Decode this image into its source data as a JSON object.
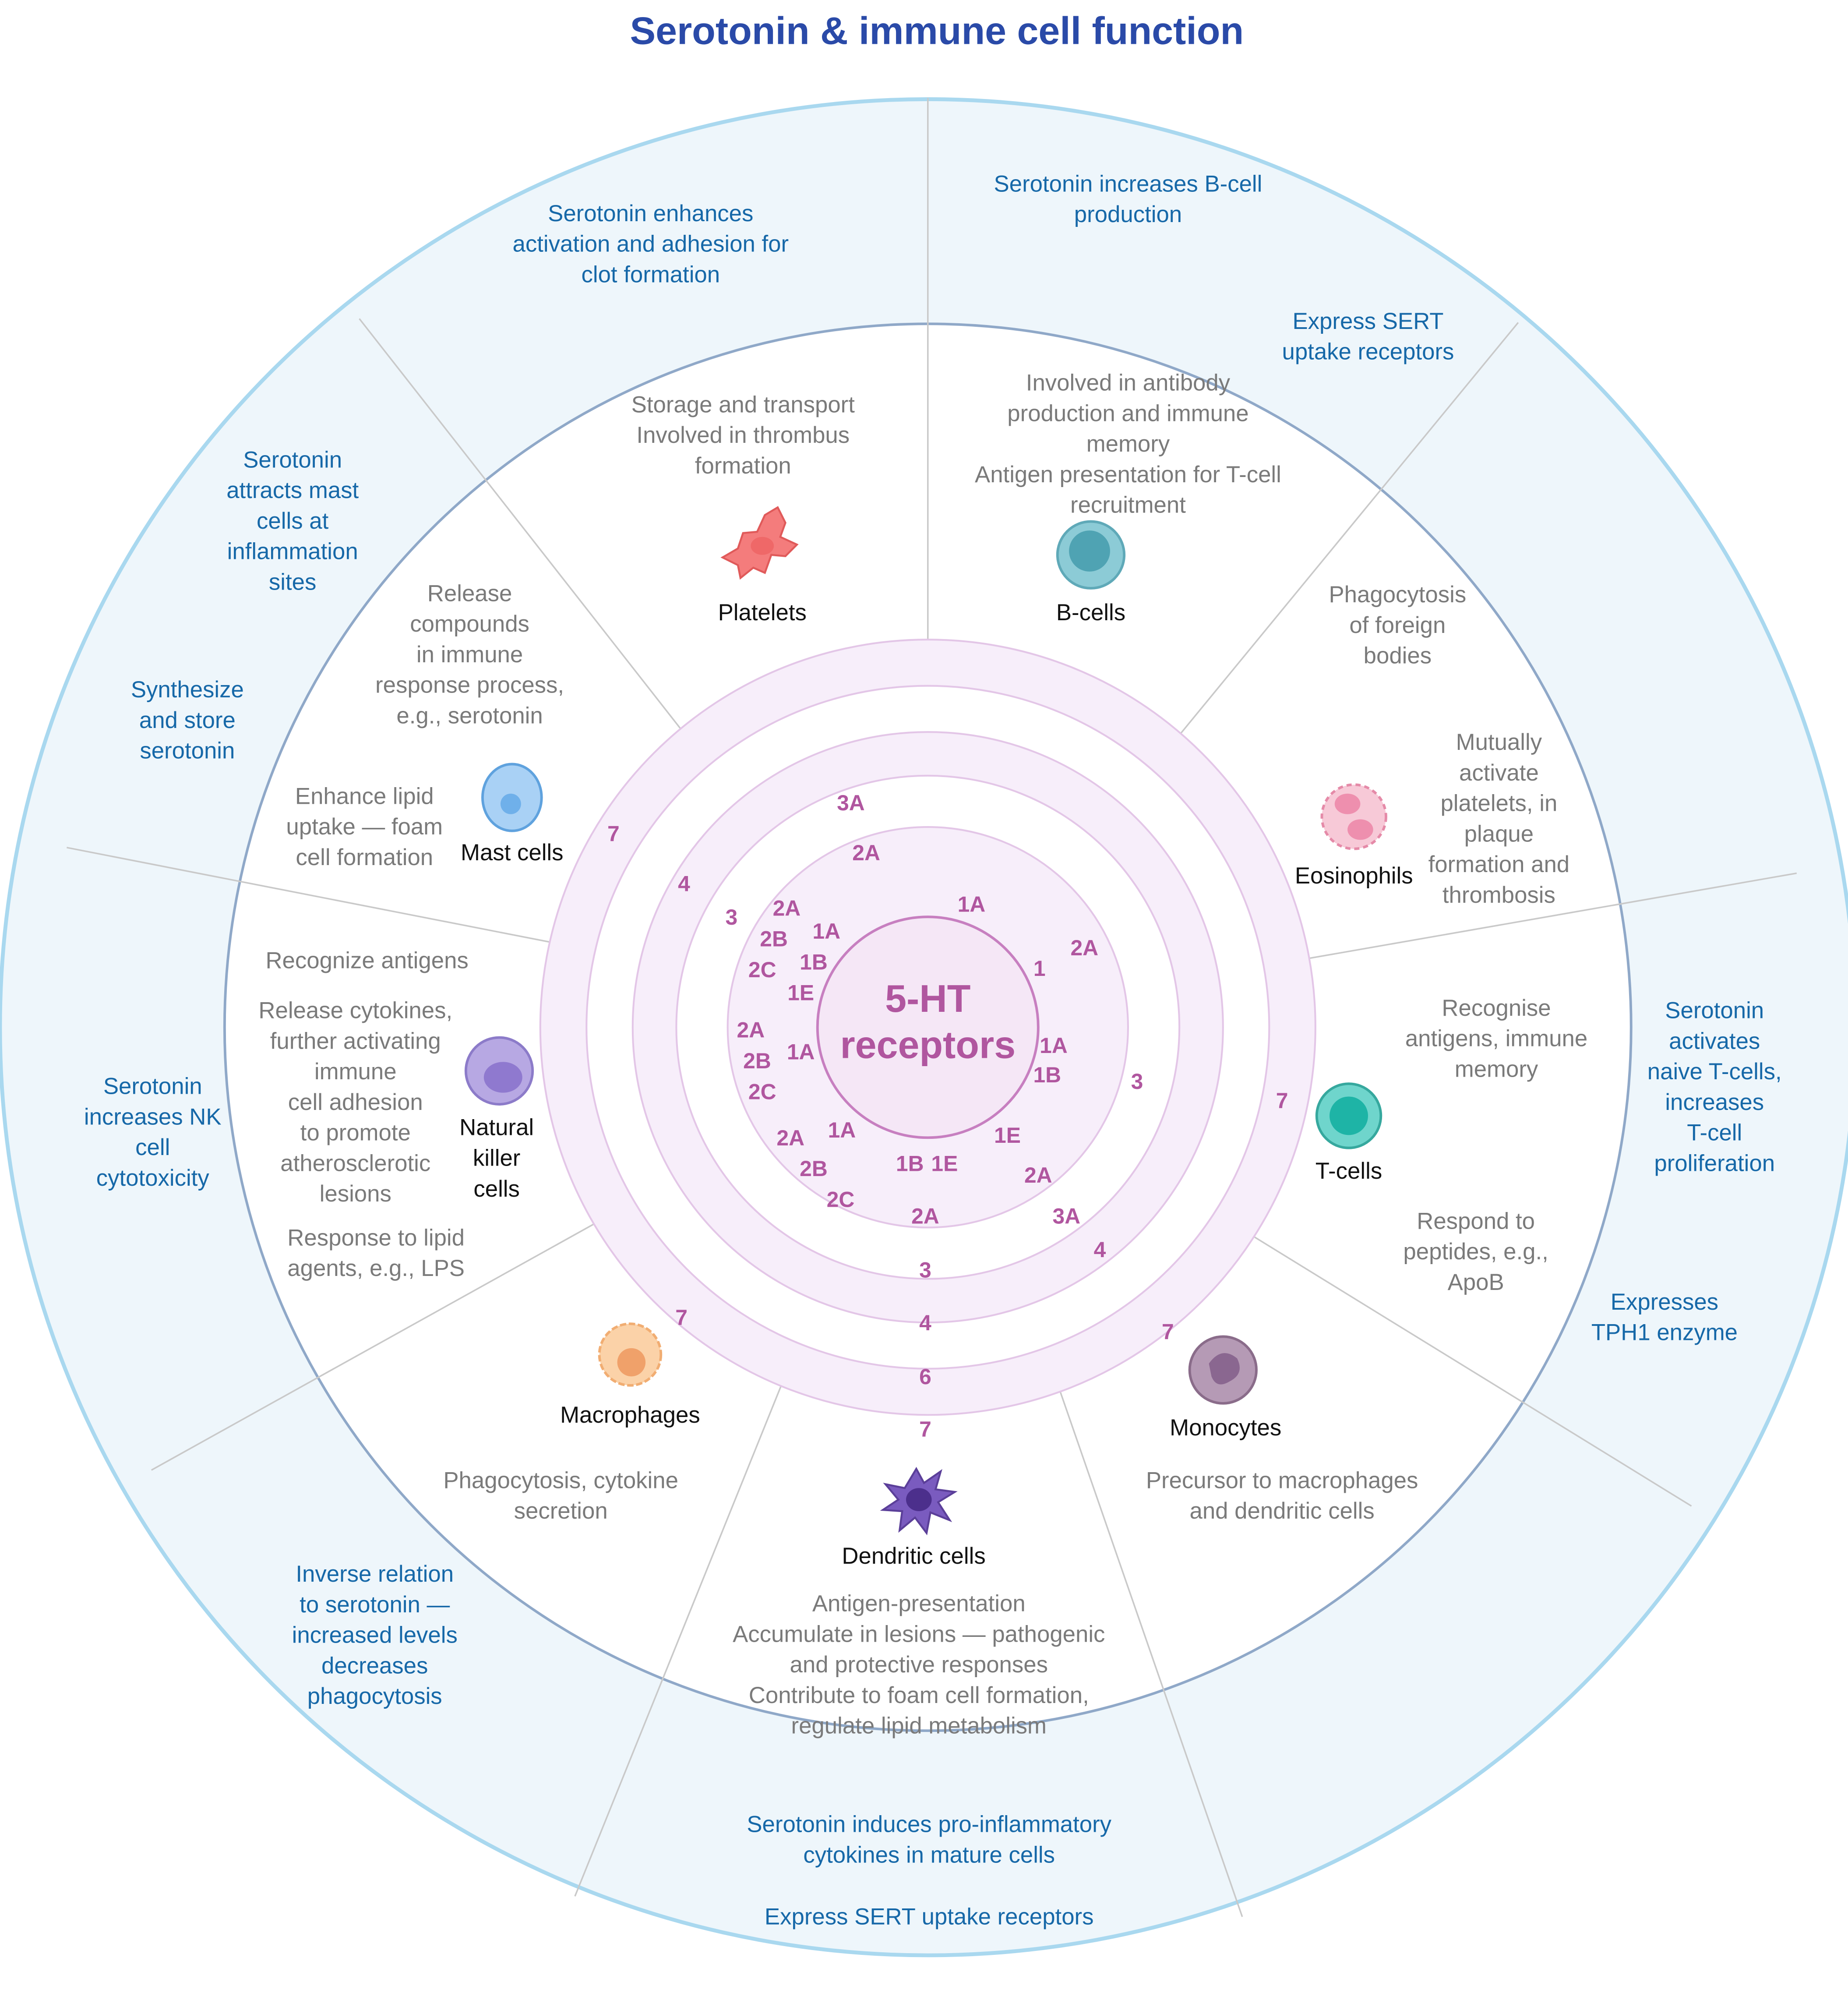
{
  "title": "Serotonin & immune cell function",
  "center": {
    "line1": "5-HT",
    "line2": "receptors"
  },
  "cells": {
    "platelets": {
      "name": "Platelets",
      "function": [
        "Storage and transport",
        "Involved in thrombus",
        "formation"
      ],
      "serotonin": [
        "Serotonin enhances",
        "activation and adhesion for",
        "clot formation"
      ]
    },
    "bcells": {
      "name": "B-cells",
      "function": [
        "Involved in antibody",
        "production and immune",
        "memory",
        "Antigen presentation for T-cell",
        "recruitment"
      ],
      "serotonin_a": [
        "Serotonin increases B-cell",
        "production"
      ],
      "serotonin_b": [
        "Express SERT",
        "uptake receptors"
      ]
    },
    "eosinophils": {
      "name": "Eosinophils",
      "function_a": [
        "Phagocytosis",
        "of foreign",
        "bodies"
      ],
      "function_b": [
        "Mutually",
        "activate",
        "platelets, in",
        "plaque",
        "formation and",
        "thrombosis"
      ]
    },
    "tcells": {
      "name": "T-cells",
      "function_a": [
        "Recognise",
        "antigens, immune",
        "memory"
      ],
      "function_b": [
        "Respond to",
        "peptides, e.g.,",
        "ApoB"
      ],
      "serotonin_a": [
        "Serotonin",
        "activates",
        "naive T-cells,",
        "increases",
        "T-cell",
        "proliferation"
      ],
      "serotonin_b": [
        "Expresses",
        "TPH1 enzyme"
      ]
    },
    "monocytes": {
      "name": "Monocytes",
      "function": [
        "Precursor to  macrophages",
        "and dendritic cells"
      ]
    },
    "dendritic": {
      "name": "Dendritic cells",
      "function": [
        "Antigen-presentation",
        "Accumulate in lesions — pathogenic",
        "and protective responses",
        "Contribute to foam cell formation,",
        "regulate lipid metabolism"
      ],
      "serotonin_a": [
        "Serotonin induces pro-inflammatory",
        "cytokines in mature cells"
      ],
      "serotonin_b": [
        "Express SERT uptake receptors"
      ]
    },
    "macrophages": {
      "name": "Macrophages",
      "function": [
        "Phagocytosis, cytokine",
        "secretion"
      ],
      "serotonin": [
        "Inverse relation",
        "to serotonin —",
        "increased levels",
        "decreases",
        "phagocytosis"
      ]
    },
    "nk": {
      "name": [
        "Natural",
        "killer",
        "cells"
      ],
      "function_a": [
        "Recognize antigens"
      ],
      "function_b": [
        "Release cytokines,",
        "further activating",
        "immune",
        "cell adhesion",
        "to promote",
        "atherosclerotic",
        "lesions"
      ],
      "function_c": [
        "Response to lipid",
        "agents, e.g., LPS"
      ],
      "serotonin": [
        "Serotonin",
        "increases NK",
        "cell",
        "cytotoxicity"
      ]
    },
    "mast": {
      "name": "Mast cells",
      "function_a": [
        "Release",
        "compounds",
        "in immune",
        "response process,",
        "e.g., serotonin"
      ],
      "function_b": [
        "Enhance lipid",
        "uptake — foam",
        "cell formation"
      ],
      "serotonin_a": [
        "Serotonin",
        "attracts mast",
        "cells at",
        "inflammation",
        "sites"
      ],
      "serotonin_b": [
        "Synthesize",
        "and store",
        "serotonin"
      ]
    }
  },
  "receptors": {
    "platelets": [
      "2A",
      "3A"
    ],
    "bcells": [
      "1A",
      "2A",
      "1"
    ],
    "eosinophils": [
      "2A"
    ],
    "tcells": [
      "1A",
      "1B",
      "3",
      "7"
    ],
    "monocytes": [
      "1E",
      "2A",
      "3A",
      "4",
      "7"
    ],
    "dendritic": [
      "1B",
      "1E",
      "2A",
      "3",
      "4",
      "6",
      "7"
    ],
    "macrophages": [
      "1A",
      "2A",
      "2B",
      "2C",
      "7"
    ],
    "nk": [
      "1A",
      "2A",
      "2B",
      "2C"
    ],
    "mast": [
      "1A",
      "1B",
      "1E",
      "2A",
      "2B",
      "2C",
      "3",
      "4",
      "7"
    ]
  },
  "colors": {
    "title": "#2a4aa8",
    "outer_ring": "#eef6fb",
    "outer_border": "#a9d8ef",
    "inner_border": "#8fa8c8",
    "receptor_text": "#b0569f",
    "receptor_band": "#f7eefa",
    "outer_text": "#1668a8",
    "inner_text": "#7a7a7a"
  },
  "icons": {
    "platelets": "platelet-icon",
    "bcells": "b-cell-icon",
    "eosinophils": "eosinophil-icon",
    "tcells": "t-cell-icon",
    "monocytes": "monocyte-icon",
    "dendritic": "dendritic-cell-icon",
    "macrophages": "macrophage-icon",
    "nk": "nk-cell-icon",
    "mast": "mast-cell-icon"
  }
}
